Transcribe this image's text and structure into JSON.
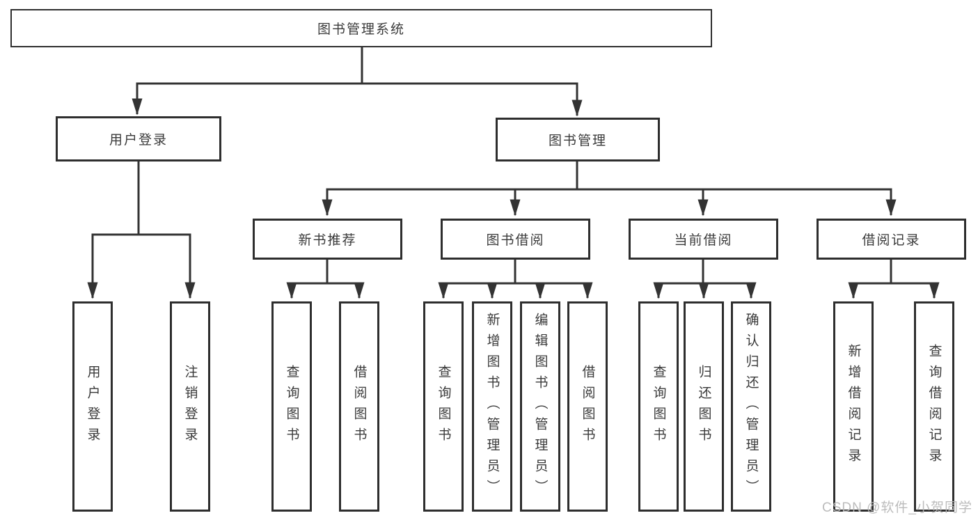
{
  "diagram": {
    "type": "hierarchy-tree",
    "root": {
      "label": "图书管理系统"
    },
    "level2": {
      "user_login": {
        "label": "用户登录",
        "parent": "图书管理系统"
      },
      "book_management": {
        "label": "图书管理",
        "parent": "图书管理系统"
      }
    },
    "level3": {
      "new_book_recommend": {
        "label": "新书推荐",
        "parent": "图书管理"
      },
      "book_borrow": {
        "label": "图书借阅",
        "parent": "图书管理"
      },
      "current_borrow": {
        "label": "当前借阅",
        "parent": "图书管理"
      },
      "borrow_records": {
        "label": "借阅记录",
        "parent": "图书管理"
      }
    },
    "leaves": {
      "user_login": {
        "label": "用户登录",
        "parent": "用户登录"
      },
      "logout": {
        "label": "注销登录",
        "parent": "用户登录"
      },
      "query_book_recommend": {
        "label": "查询图书",
        "parent": "新书推荐"
      },
      "borrow_book_recommend": {
        "label": "借阅图书",
        "parent": "新书推荐"
      },
      "query_book_borrow": {
        "label": "查询图书",
        "parent": "图书借阅"
      },
      "add_book_admin": {
        "label": "新增图书（管理员）",
        "parent": "图书借阅"
      },
      "edit_book_admin": {
        "label": "编辑图书（管理员）",
        "parent": "图书借阅"
      },
      "borrow_book": {
        "label": "借阅图书",
        "parent": "图书借阅"
      },
      "query_book_current": {
        "label": "查询图书",
        "parent": "当前借阅"
      },
      "return_book": {
        "label": "归还图书",
        "parent": "当前借阅"
      },
      "confirm_return_admin": {
        "label": "确认归还（管理员）",
        "parent": "当前借阅"
      },
      "add_borrow_record": {
        "label": "新增借阅记录",
        "parent": "借阅记录"
      },
      "query_borrow_record": {
        "label": "查询借阅记录",
        "parent": "借阅记录"
      }
    },
    "watermark": "CSDN @软件_小贺同学",
    "colors": {
      "line": "#333333",
      "box_border": "#2e2e2e",
      "box_background": "#ffffff",
      "text": "#3a3a3a",
      "watermark": "#b9b9b9",
      "page_background": "#ffffff"
    }
  }
}
